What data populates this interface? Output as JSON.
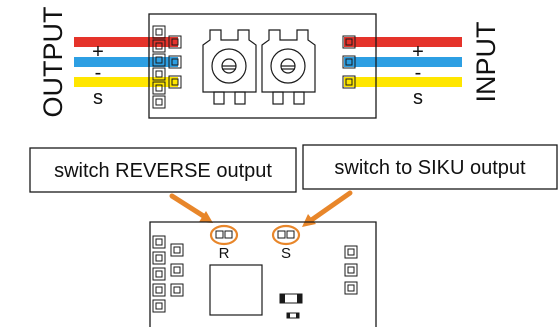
{
  "top_module": {
    "left_label": "OUTPUT",
    "right_label": "INPUT",
    "wire_labels": {
      "positive": "+",
      "negative": "-",
      "signal": "s"
    }
  },
  "callouts": {
    "reverse": "switch REVERSE output",
    "siku": "switch to SIKU output"
  },
  "bottom_pcb": {
    "reverse_pad_label": "R",
    "siku_pad_label": "S"
  },
  "colors": {
    "wire_red": "#e5332a",
    "wire_blue": "#2d9fe3",
    "wire_yellow": "#ffe600",
    "arrow_orange": "#e8862a",
    "outline": "#1a1a1a",
    "background": "#ffffff"
  }
}
